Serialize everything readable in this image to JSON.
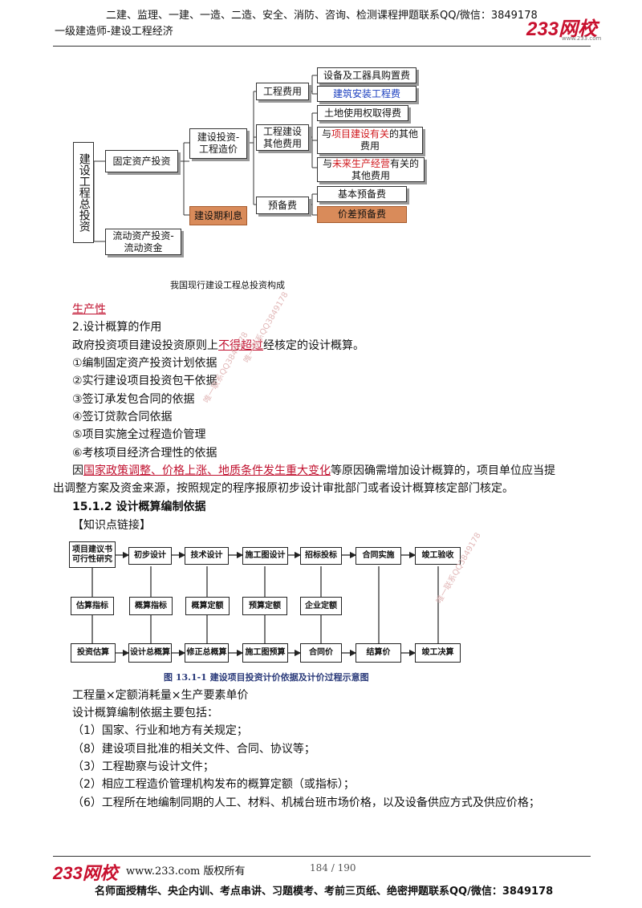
{
  "header": {
    "top_line": "二建、监理、一建、一造、二造、安全、消防、咨询、检测课程押题联系QQ/微信：3849178",
    "subtitle": "一级建造师-建设工程经济",
    "logo_text": "233网校",
    "logo_url": "www.233.com"
  },
  "diagram1": {
    "root": "建设工程总投资",
    "fixed": "固定资产投资",
    "flow": "流动资产投资-流动资金",
    "cost": "建设投资-工程造价",
    "interest": "建设期利息",
    "eng_fee": "工程费用",
    "other_fee": "工程建设其他费用",
    "reserve": "预备费",
    "equip": "设备及工器具购置费",
    "install": "建筑安装工程费",
    "land": "土地使用权取得费",
    "rel_a": "与",
    "rel_b": "项目建设有关",
    "rel_c": "的其他费用",
    "fut_a": "与",
    "fut_b": "未来生产经营",
    "fut_c": "有关的其他费用",
    "basic_res": "基本预备费",
    "price_res": "价差预备费",
    "caption": "我国现行建设工程总投资构成"
  },
  "text": {
    "productivity": "生产性",
    "heading2": "2.设计概算的作用",
    "p1_a": "政府投资项目建设投资原则上",
    "p1_b": "不得超过",
    "p1_c": "经核定的设计概算。",
    "items": [
      "①编制固定资产投资计划依据",
      "②实行建设项目投资包干依据",
      "③签订承发包合同的依据",
      "④签订贷款合同依据",
      "⑤项目实施全过程造价管理",
      "⑥考核项目经济合理性的依据"
    ],
    "p2_a": "因",
    "p2_b": "国家政策调整、价格上涨、地质条件发生重大变化",
    "p2_c": "等原因确需增加设计概算的，项目单位应当提",
    "p2_d": "出调整方案及资金来源，按照规定的程序报原初步设计审批部门或者设计概算核定部门核定。",
    "section": "15.1.2 设计概算编制依据",
    "link": "【知识点链接】",
    "formula": "工程量×定额消耗量×生产要素单价",
    "basis_title": "设计概算编制依据主要包括：",
    "basis": [
      "（1）国家、行业和地方有关规定；",
      "（8）建设项目批准的相关文件、合同、协议等；",
      "（3）工程勘察与设计文件；",
      "（2）相应工程造价管理机构发布的概算定额（或指标）；",
      "（6）工程所在地编制同期的人工、材料、机械台班市场价格，以及设备供应方式及供应价格；"
    ]
  },
  "flow2": {
    "top": [
      "项目建议书可行性研究",
      "初步设计",
      "技术设计",
      "施工图设计",
      "招标投标",
      "合同实施",
      "竣工验收"
    ],
    "mid": [
      "估算指标",
      "概算指标",
      "概算定额",
      "预算定额",
      "企业定额"
    ],
    "bottom": [
      "投资估算",
      "设计总概算",
      "修正总概算",
      "施工图预算",
      "合同价",
      "结算价",
      "竣工决算"
    ],
    "caption": "图 13.1-1   建设项目投资计价依据及计价过程示意图"
  },
  "watermark": "唯一联系QQ3849178",
  "footer": {
    "logo_text": "233网校",
    "site": "www.233.com 版权所有",
    "page": "184 / 190",
    "bottom_line": "名师面授精华、央企内训、考点串讲、习题模考、考前三页纸、绝密押题联系QQ/微信：3849178"
  }
}
